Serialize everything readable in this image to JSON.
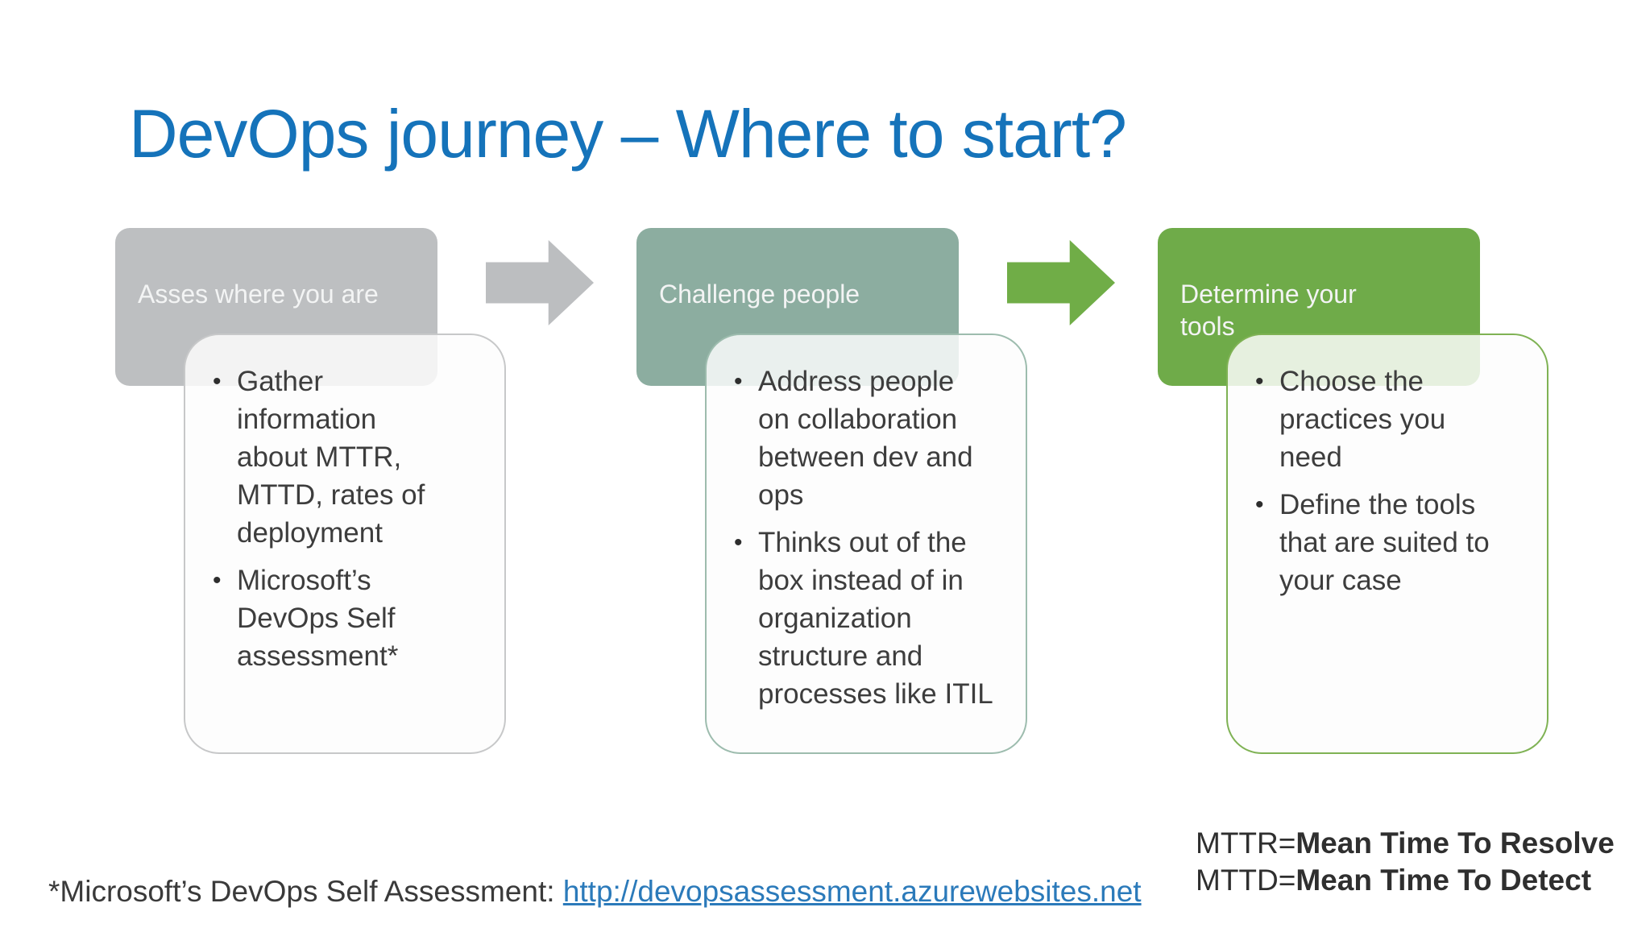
{
  "slide": {
    "title": "DevOps journey – Where to start?",
    "bullet_glyph": "•",
    "columns": [
      {
        "header": "Asses where you are",
        "bullets": [
          "Gather\ninformation\nabout MTTR,\nMTTD, rates of\ndeployment",
          "Microsoft’s\nDevOps Self\nassessment*"
        ]
      },
      {
        "header": "Challenge people",
        "bullets": [
          "Address people\non collaboration\nbetween dev and\nops",
          "Thinks out of the\nbox instead of in\norganization\nstructure and\nprocesses like ITIL"
        ]
      },
      {
        "header": "Determine your\ntools",
        "bullets": [
          "Choose the\npractices you\nneed",
          "Define the tools\nthat are suited to\nyour case"
        ]
      }
    ],
    "footnote": {
      "prefix": "*Microsoft’s DevOps Self Assessment: ",
      "link_text": "http://devopsassessment.azurewebsites.net"
    },
    "legend": [
      {
        "abbr": "MTTR=",
        "full": "Mean Time To Resolve"
      },
      {
        "abbr": "MTTD=",
        "full": "Mean Time To Detect"
      }
    ],
    "colors": {
      "title_blue": "#1573ba",
      "link_blue": "#2b7aba",
      "gray_box": "#bdbfc1",
      "gray_arrow": "#bcbec0",
      "sage_box": "#8cada0",
      "sage_border": "#9dbcae",
      "green_box": "#6fab49",
      "green_arrow": "#70ad47",
      "green_border": "#7fb254",
      "body_text": "#3d3d3d"
    }
  }
}
